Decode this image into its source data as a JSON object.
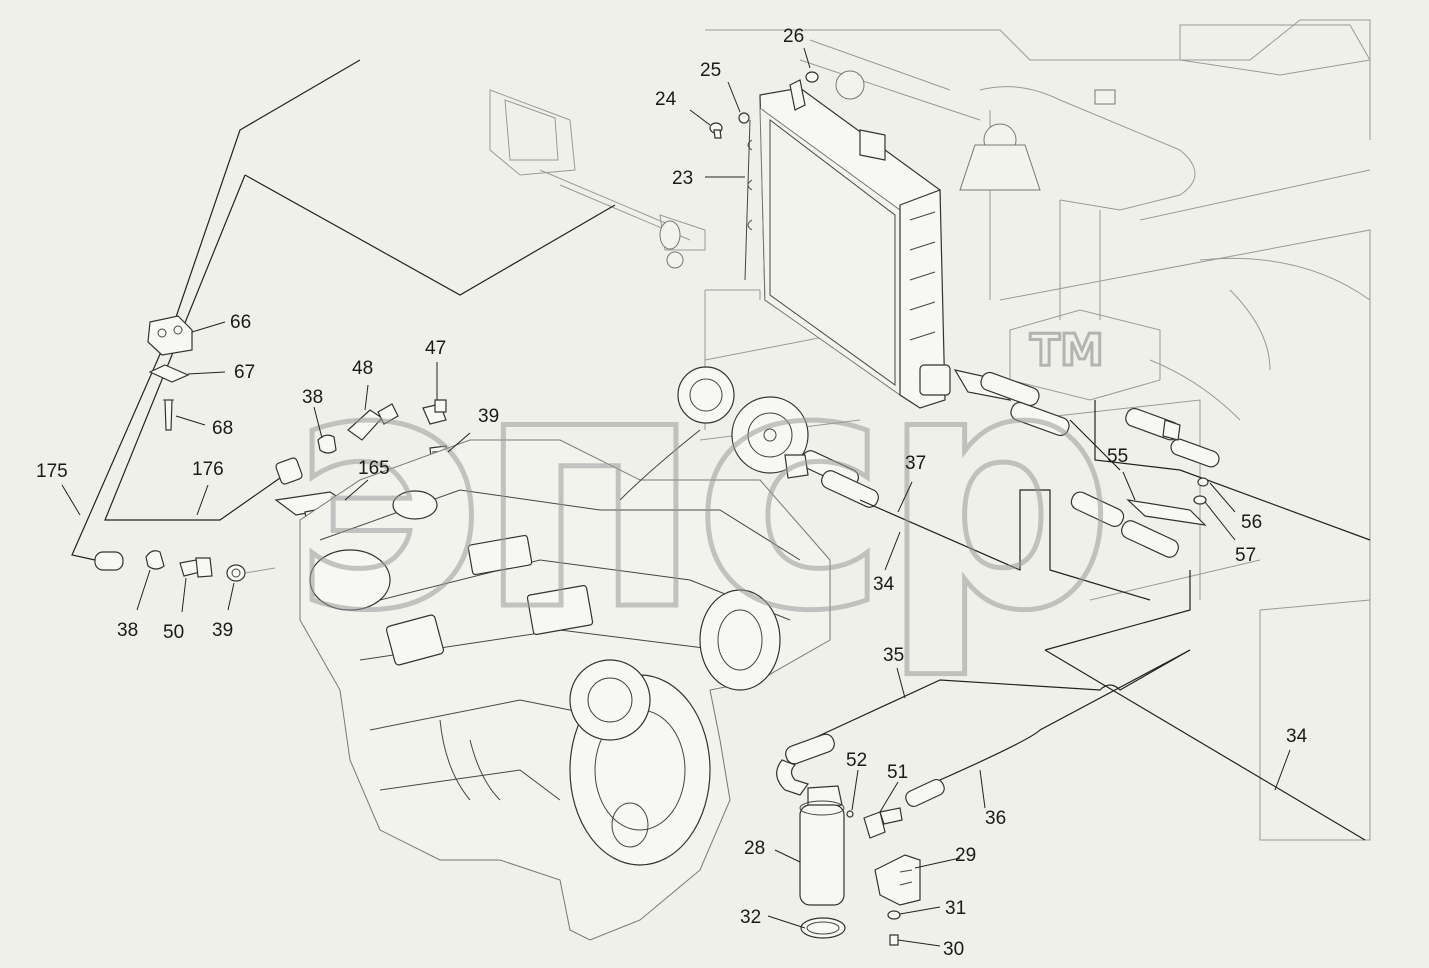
{
  "watermark": {
    "text": "эпср",
    "trademark": "TM"
  },
  "callouts": [
    {
      "id": "c26",
      "label": "26"
    },
    {
      "id": "c25",
      "label": "25"
    },
    {
      "id": "c24",
      "label": "24"
    },
    {
      "id": "c23",
      "label": "23"
    },
    {
      "id": "c66",
      "label": "66"
    },
    {
      "id": "c67",
      "label": "67"
    },
    {
      "id": "c68",
      "label": "68"
    },
    {
      "id": "c48",
      "label": "48"
    },
    {
      "id": "c47",
      "label": "47"
    },
    {
      "id": "c38a",
      "label": "38"
    },
    {
      "id": "c39a",
      "label": "39"
    },
    {
      "id": "c175",
      "label": "175"
    },
    {
      "id": "c176",
      "label": "176"
    },
    {
      "id": "c165",
      "label": "165"
    },
    {
      "id": "c38b",
      "label": "38"
    },
    {
      "id": "c50",
      "label": "50"
    },
    {
      "id": "c39b",
      "label": "39"
    },
    {
      "id": "c37",
      "label": "37"
    },
    {
      "id": "c34a",
      "label": "34"
    },
    {
      "id": "c55",
      "label": "55"
    },
    {
      "id": "c56",
      "label": "56"
    },
    {
      "id": "c57",
      "label": "57"
    },
    {
      "id": "c35",
      "label": "35"
    },
    {
      "id": "c34b",
      "label": "34"
    },
    {
      "id": "c52",
      "label": "52"
    },
    {
      "id": "c51",
      "label": "51"
    },
    {
      "id": "c36",
      "label": "36"
    },
    {
      "id": "c28",
      "label": "28"
    },
    {
      "id": "c29",
      "label": "29"
    },
    {
      "id": "c32",
      "label": "32"
    },
    {
      "id": "c31",
      "label": "31"
    },
    {
      "id": "c30",
      "label": "30"
    }
  ]
}
